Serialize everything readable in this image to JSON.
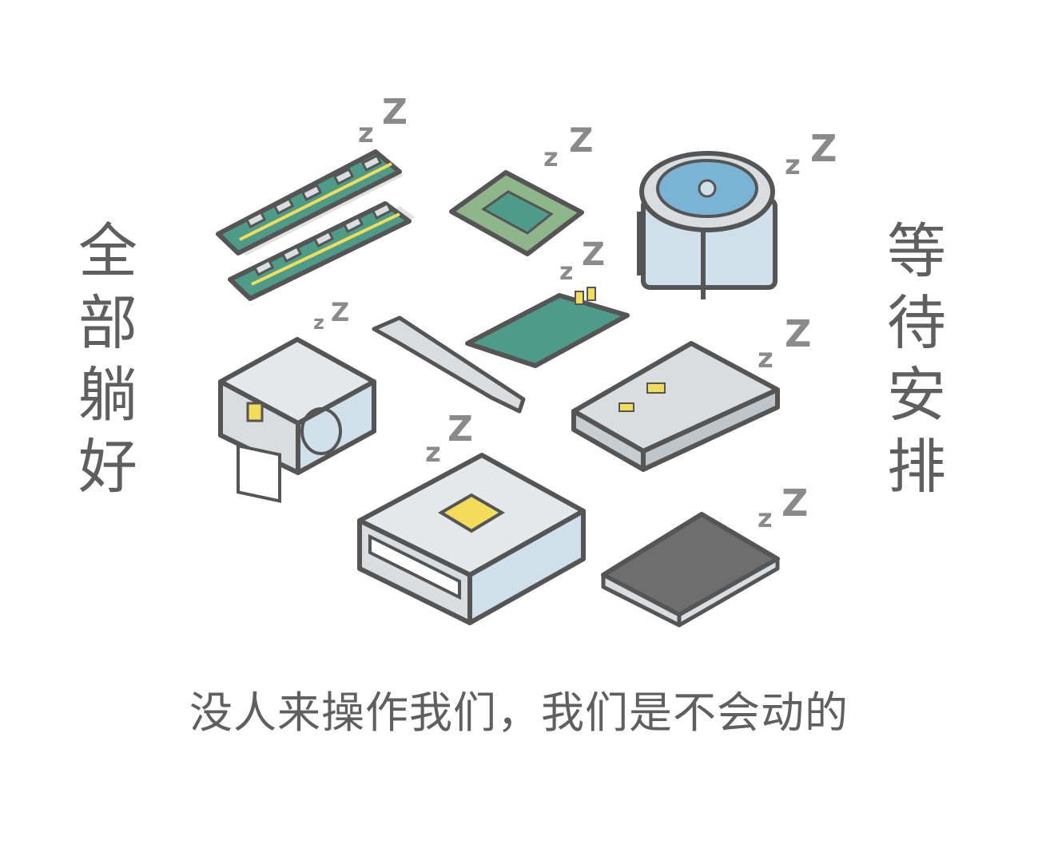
{
  "left_vertical_text": [
    "全",
    "部",
    "躺",
    "好"
  ],
  "right_vertical_text": [
    "等",
    "待",
    "安",
    "排"
  ],
  "caption": "没人来操作我们，我们是不会动的",
  "colors": {
    "outline": "#555555",
    "text": "#5f5f5f",
    "pcb_green": "#4f9b8a",
    "cpu_green": "#8fb58a",
    "yellow": "#f2dc5a",
    "light_gray": "#d9dde0",
    "light_blue": "#cfe0ea",
    "fan_blue": "#7bb3d6",
    "zzz": "#8a8a8a"
  },
  "components": [
    {
      "name": "ram-sticks",
      "label": "zz"
    },
    {
      "name": "cpu-chip",
      "label": "zz"
    },
    {
      "name": "cpu-cooler-fan",
      "label": "zz"
    },
    {
      "name": "power-supply",
      "label": "zz"
    },
    {
      "name": "expansion-card",
      "label": "zz"
    },
    {
      "name": "hard-drive",
      "label": "zz"
    },
    {
      "name": "optical-drive",
      "label": "zz"
    },
    {
      "name": "ssd",
      "label": "zz"
    }
  ]
}
